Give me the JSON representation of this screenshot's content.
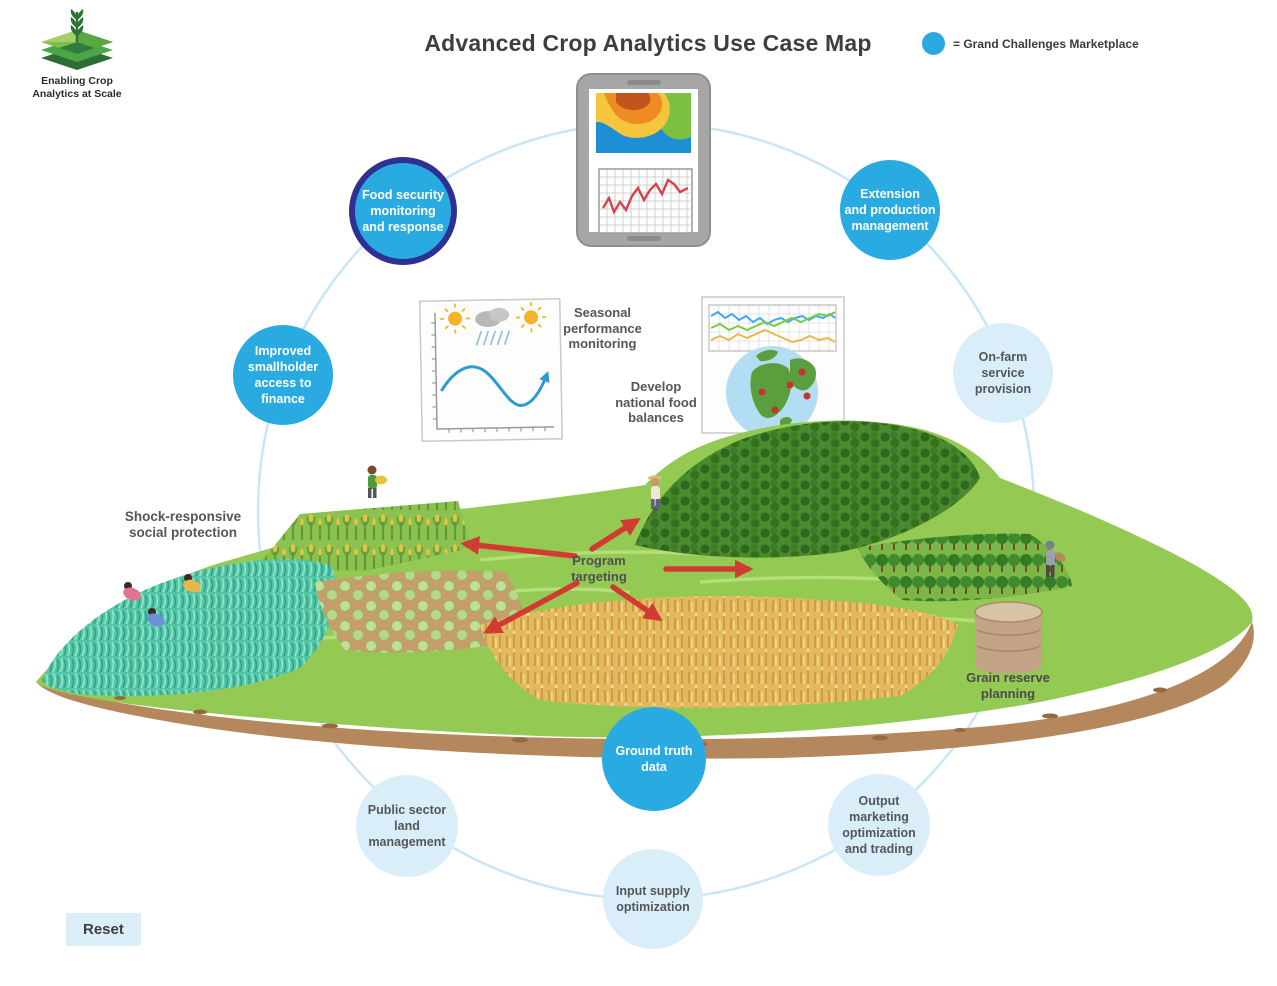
{
  "header": {
    "title": "Advanced Crop Analytics Use Case Map",
    "logo_caption": "Enabling Crop\nAnalytics at Scale",
    "legend": {
      "label": "= Grand Challenges Marketplace",
      "color": "#29abe2"
    }
  },
  "bubbles": [
    {
      "id": "food-security-monitoring",
      "label": "Food security\nmonitoring\nand response",
      "style": "marketplace",
      "selected": true
    },
    {
      "id": "extension-production-management",
      "label": "Extension\nand production\nmanagement",
      "style": "marketplace",
      "selected": false
    },
    {
      "id": "improved-smallholder-finance",
      "label": "Improved\nsmallholder\naccess to\nfinance",
      "style": "marketplace",
      "selected": false
    },
    {
      "id": "on-farm-service-provision",
      "label": "On-farm\nservice\nprovision",
      "style": "standard",
      "selected": false
    },
    {
      "id": "ground-truth-data",
      "label": "Ground truth\ndata",
      "style": "marketplace",
      "selected": false
    },
    {
      "id": "public-sector-land-management",
      "label": "Public sector\nland\nmanagement",
      "style": "standard",
      "selected": false
    },
    {
      "id": "input-supply-optimization",
      "label": "Input supply\noptimization",
      "style": "standard",
      "selected": false
    },
    {
      "id": "output-marketing-optimization",
      "label": "Output\nmarketing\noptimization\nand trading",
      "style": "standard",
      "selected": false
    }
  ],
  "map_labels": [
    {
      "id": "shock-responsive-social-protection",
      "text": "Shock-responsive\nsocial protection"
    },
    {
      "id": "seasonal-performance-monitoring",
      "text": "Seasonal\nperformance\nmonitoring"
    },
    {
      "id": "develop-national-food-balances",
      "text": "Develop\nnational food\nbalances"
    },
    {
      "id": "program-targeting",
      "text": "Program\ntargeting"
    },
    {
      "id": "grain-reserve-planning",
      "text": "Grain reserve\nplanning"
    }
  ],
  "controls": {
    "reset_label": "Reset"
  },
  "colors": {
    "marketplace_bubble": "#29abe2",
    "selected_ring": "#2e3192",
    "standard_bubble": "#d9eef9",
    "use_case_ring": "#c8e6f7",
    "arrow_red": "#d23b33"
  }
}
